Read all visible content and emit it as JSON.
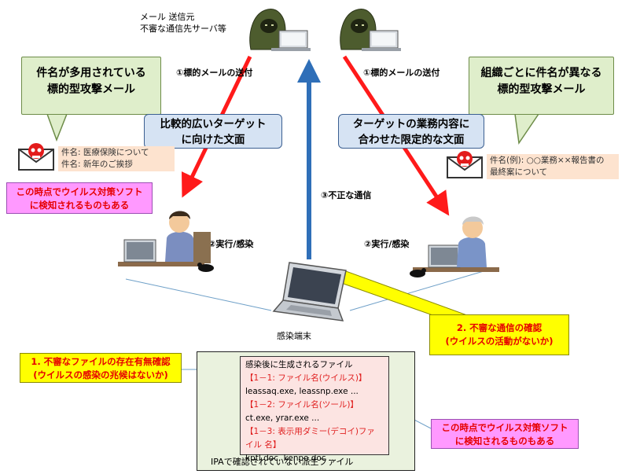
{
  "sender": {
    "line1": "メール 送信元",
    "line2": "不審な通信先サーバ等"
  },
  "steps": {
    "send_left": "①標的メールの送付",
    "send_right": "①標的メールの送付",
    "exec_left": "②実行/感染",
    "exec_right": "②実行/感染",
    "comm": "③不正な通信"
  },
  "left": {
    "callout_l1": "件名が多用されている",
    "callout_l2": "標的型攻撃メール",
    "target_l1": "比較的広いターゲット",
    "target_l2": "に向けた文面",
    "subject_1": "件名: 医療保険について",
    "subject_2": "件名: 新年のご挨拶",
    "warn_l1": "この時点でウイルス対策ソフト",
    "warn_l2": "に検知されるものもある"
  },
  "right": {
    "callout_l1": "組織ごとに件名が異なる",
    "callout_l2": "標的型攻撃メール",
    "target_l1": "ターゲットの業務内容に",
    "target_l2": "合わせた限定的な文面",
    "subject_1": "件名(例): ○○業務××報告書の",
    "subject_2": "最終案について"
  },
  "infected": {
    "label": "感染端末"
  },
  "check1": {
    "l1": "1. 不審なファイルの存在有無確認",
    "l2": "(ウイルスの感染の兆候はないか)"
  },
  "check2": {
    "l1": "2. 不審な通信の確認",
    "l2": "(ウイルスの活動がないか)"
  },
  "files": {
    "title": "感染後に生成されるファイル",
    "h1": "【1－1: ファイル名(ウイルス)】",
    "f1": "leassaq.exe, leassnp.exe ...",
    "h2": "【1－2: ファイル名(ツール)】",
    "f2": "ct.exe, yrar.exe ...",
    "h3a": "【1－3: 表示用ダミー(デコイ)ファ",
    "h3b": "イル 名】",
    "f3": "kptl.doc, kenpo.doc ...",
    "footer": "IPAで確認されていない派生ファイル"
  },
  "warn_bottom": {
    "l1": "この時点でウイルス対策ソフト",
    "l2": "に検知されるものもある"
  },
  "colors": {
    "arrow_red": "#ff1a1a",
    "arrow_blue": "#2f6fb8",
    "callout_yellow": "#ffff00",
    "warn_pink": "#ff99ff"
  }
}
